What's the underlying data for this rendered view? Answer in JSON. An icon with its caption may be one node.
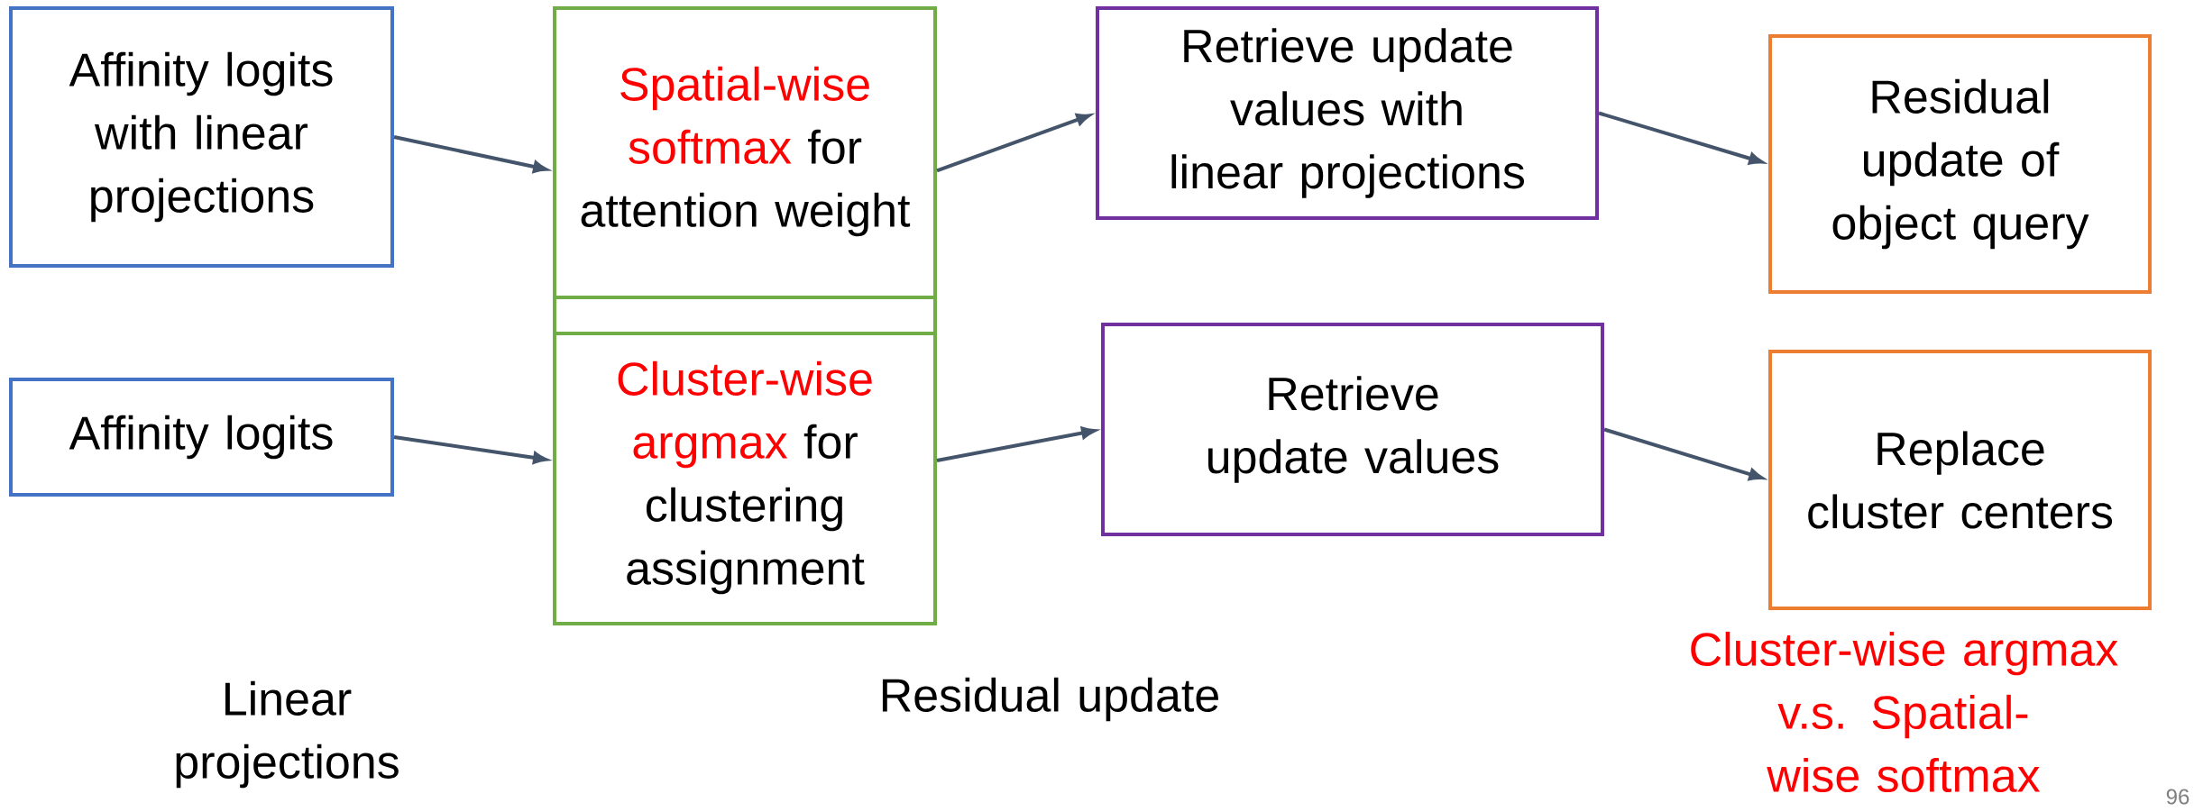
{
  "diagram": {
    "nodes": [
      {
        "text": [
          "Affinity logits with linear projections"
        ]
      },
      {
        "text": [
          "Spatial-wise softmax",
          "for attention weight"
        ]
      },
      {
        "text": [
          "Retrieve update values with linear projections"
        ]
      },
      {
        "text": [
          "Residual update of object query"
        ]
      },
      {
        "text": [
          "Affinity logits"
        ]
      },
      {
        "text": [
          "Cluster-wise argmax",
          "for clustering assignment"
        ]
      },
      {
        "text": [
          "Retrieve update values"
        ]
      },
      {
        "text": [
          "Replace cluster centers"
        ]
      }
    ],
    "edges": [
      {
        "from": 0,
        "to": 1,
        "arrow": "to"
      },
      {
        "from": 1,
        "to": 2,
        "arrow": "to"
      },
      {
        "from": 2,
        "to": 3,
        "arrow": "to"
      },
      {
        "from": 4,
        "to": 5,
        "arrow": "to"
      },
      {
        "from": 5,
        "to": 6,
        "arrow": "to"
      },
      {
        "from": 6,
        "to": 7,
        "arrow": "to"
      }
    ],
    "labels": [
      "Linear projections",
      "Residual update",
      "Cluster-wise argmax v.s. Spatial-wise softmax",
      "96"
    ]
  }
}
